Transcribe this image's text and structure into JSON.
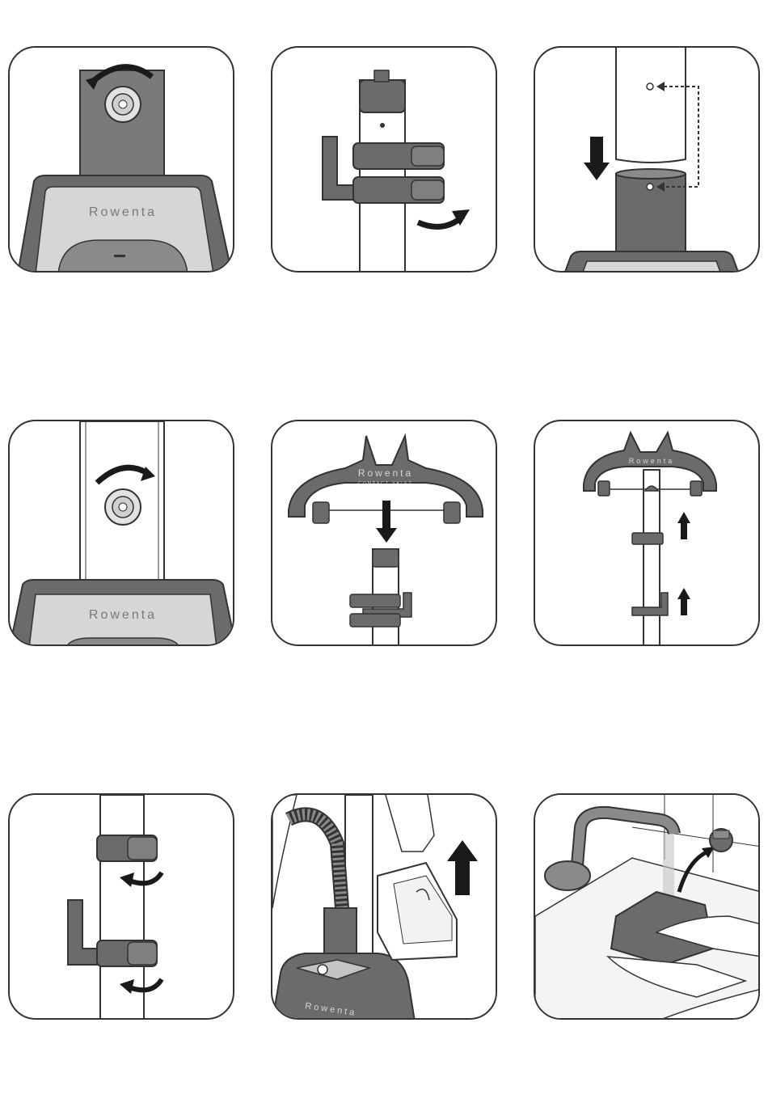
{
  "brand": {
    "name": "Rowenta",
    "subline": "COMPACT VALET"
  },
  "colors": {
    "outline": "#333333",
    "dark_gray": "#6b6b6b",
    "mid_gray": "#8a8a8a",
    "light_gray": "#d6d6d6",
    "base_plate": "#c4c4c4",
    "arrow": "#1a1a1a"
  },
  "panels": [
    {
      "row": 1,
      "col": 1,
      "depicts": "unscrew knob on base post",
      "icons": [
        "base-icon",
        "knob-icon",
        "rotate-arrow-icon"
      ]
    },
    {
      "row": 1,
      "col": 2,
      "depicts": "unhook clip holder from pole",
      "icons": [
        "pole-icon",
        "hook-icon",
        "rotate-arrow-icon"
      ]
    },
    {
      "row": 1,
      "col": 3,
      "depicts": "insert pole into base, align holes",
      "icons": [
        "pole-icon",
        "base-icon",
        "down-arrow-icon",
        "dotted-align-icon"
      ]
    },
    {
      "row": 2,
      "col": 1,
      "depicts": "tighten knob",
      "icons": [
        "pole-icon",
        "knob-icon",
        "rotate-arrow-icon"
      ]
    },
    {
      "row": 2,
      "col": 2,
      "depicts": "attach hanger to pole top",
      "icons": [
        "hanger-icon",
        "down-arrow-icon"
      ]
    },
    {
      "row": 2,
      "col": 3,
      "depicts": "slide clips up",
      "icons": [
        "hanger-icon",
        "up-arrow-icon"
      ]
    },
    {
      "row": 3,
      "col": 1,
      "depicts": "rotate clips",
      "icons": [
        "pole-icon",
        "hook-icon",
        "rotate-arrow-icon"
      ]
    },
    {
      "row": 3,
      "col": 2,
      "depicts": "remove water tank",
      "icons": [
        "hose-icon",
        "tank-icon",
        "up-arrow-icon"
      ]
    },
    {
      "row": 3,
      "col": 3,
      "depicts": "fill tank at tap",
      "icons": [
        "faucet-icon",
        "hands-icon",
        "cap-icon"
      ]
    }
  ]
}
